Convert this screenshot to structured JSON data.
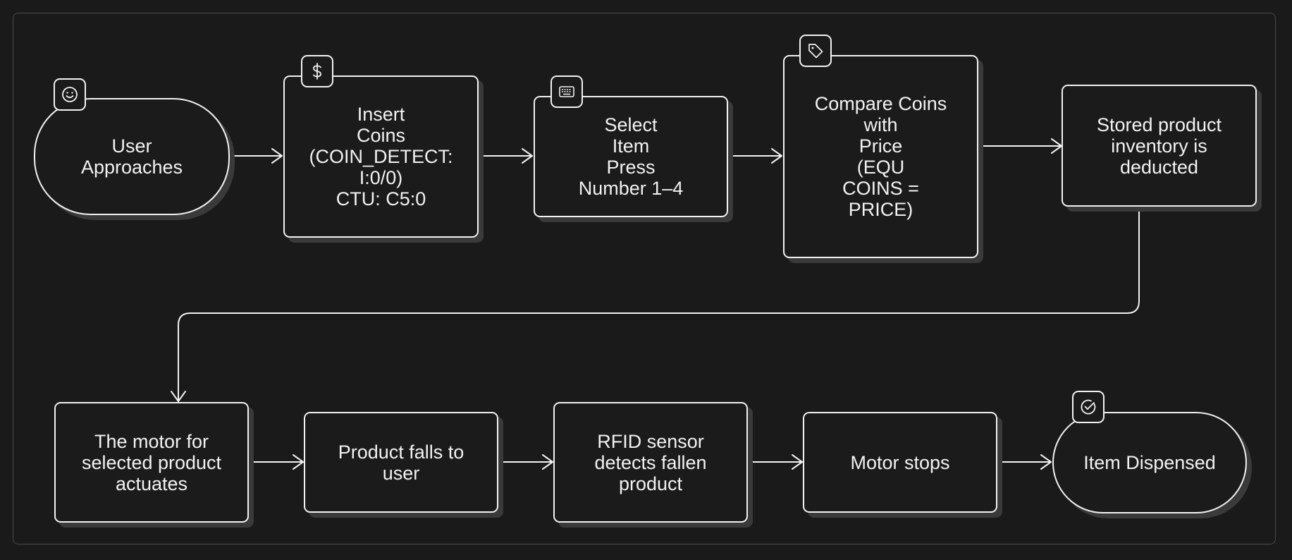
{
  "nodes": [
    {
      "id": "user-approaches",
      "label": "User\nApproaches",
      "shape": "pill",
      "icon": "smiley-icon"
    },
    {
      "id": "insert-coins",
      "label": "Insert\nCoins\n(COIN_DETECT:\nI:0/0)\nCTU: C5:0",
      "shape": "box",
      "icon": "dollar-icon"
    },
    {
      "id": "select-item",
      "label": "Select\nItem\nPress\nNumber 1–4",
      "shape": "box",
      "icon": "keyboard-icon"
    },
    {
      "id": "compare-coins",
      "label": "Compare Coins\nwith\nPrice\n(EQU\nCOINS =\nPRICE)",
      "shape": "box",
      "icon": "tag-icon"
    },
    {
      "id": "inventory-deducted",
      "label": "Stored product\ninventory is\ndeducted",
      "shape": "box",
      "icon": ""
    },
    {
      "id": "motor-actuates",
      "label": "The motor for\nselected product\nactuates",
      "shape": "box",
      "icon": ""
    },
    {
      "id": "product-falls",
      "label": "Product falls to\nuser",
      "shape": "box",
      "icon": ""
    },
    {
      "id": "rfid-detects",
      "label": "RFID sensor\ndetects fallen\nproduct",
      "shape": "box",
      "icon": ""
    },
    {
      "id": "motor-stops",
      "label": "Motor stops",
      "shape": "box",
      "icon": ""
    },
    {
      "id": "item-dispensed",
      "label": "Item Dispensed",
      "shape": "pill",
      "icon": "check-circle-icon"
    }
  ],
  "edges": [
    {
      "from": "user-approaches",
      "to": "insert-coins"
    },
    {
      "from": "insert-coins",
      "to": "select-item"
    },
    {
      "from": "select-item",
      "to": "compare-coins"
    },
    {
      "from": "compare-coins",
      "to": "inventory-deducted"
    },
    {
      "from": "inventory-deducted",
      "to": "motor-actuates"
    },
    {
      "from": "motor-actuates",
      "to": "product-falls"
    },
    {
      "from": "product-falls",
      "to": "rfid-detects"
    },
    {
      "from": "rfid-detects",
      "to": "motor-stops"
    },
    {
      "from": "motor-stops",
      "to": "item-dispensed"
    }
  ],
  "colors": {
    "background": "#1a1a1a",
    "stroke": "#f2f2f2",
    "shadow": "#3a3a3a",
    "frame": "#4a4a4a"
  }
}
